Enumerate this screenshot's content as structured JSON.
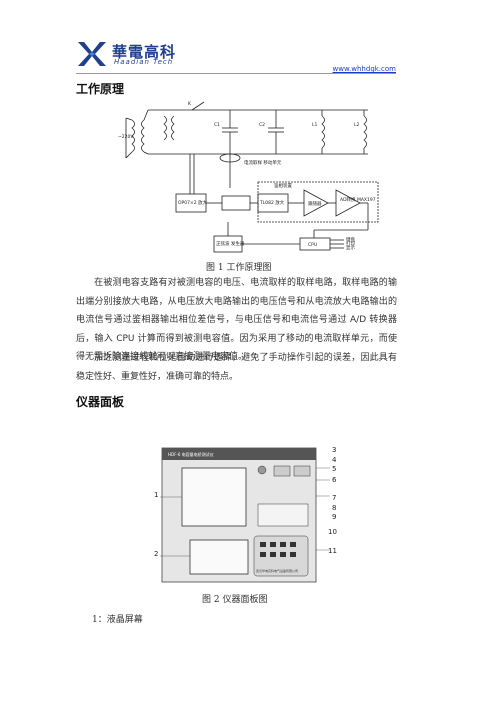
{
  "header": {
    "logo_cn": "華電高科",
    "logo_en": "Haadian Tech",
    "url": "www.whhdgk.com"
  },
  "section1": {
    "title": "工作原理",
    "figure": {
      "caption": "图 1  工作原理图",
      "labels": {
        "k": "K",
        "voltage": "~220V",
        "c1": "C1",
        "c2": "C2",
        "l1": "L1",
        "l2": "L2",
        "sensor": "电流取样\n移动单元",
        "phase": "鉴相装置",
        "amp1": "OP07×2\n放大",
        "amp2": "TL082\n放大",
        "follower": "跟随器",
        "adc": "AD转换\nMAX197",
        "gen": "正弦波\n发生器",
        "cpu": "CPU",
        "out1": "键盘",
        "out2": "打印",
        "out3": "显示"
      }
    },
    "para1": "在被测电容支路有对被测电容的电压、电流取样的取样电路，取样电路的输出端分别接放大电路，从电压放大电路输出的电压信号和从电流放大电路输出的电流信号通过鉴相器输出相位差信号，与电压信号和电流信号通过 A/D 转换器后，输入 CPU 计算而得到被测电容值。因为采用了移动的电流取样单元，而使得无需拆除连接线就可以直接测量电容值。",
    "para2": "加之测量过程档位是自动进行选择，避免了手动操作引起的误差，因此具有稳定性好、重复性好，准确可靠的特点。"
  },
  "section2": {
    "title": "仪器面板",
    "figure": {
      "caption": "图 2  仪器面板图",
      "panel_title": "HDF-6 电容量电桥测试仪",
      "manufacturer": "武汉华电高科电气设备有限公司",
      "callouts": [
        "1",
        "2",
        "3",
        "4",
        "5",
        "6",
        "7",
        "8",
        "9",
        "10",
        "11"
      ]
    },
    "item1": "1：液晶屏幕"
  }
}
